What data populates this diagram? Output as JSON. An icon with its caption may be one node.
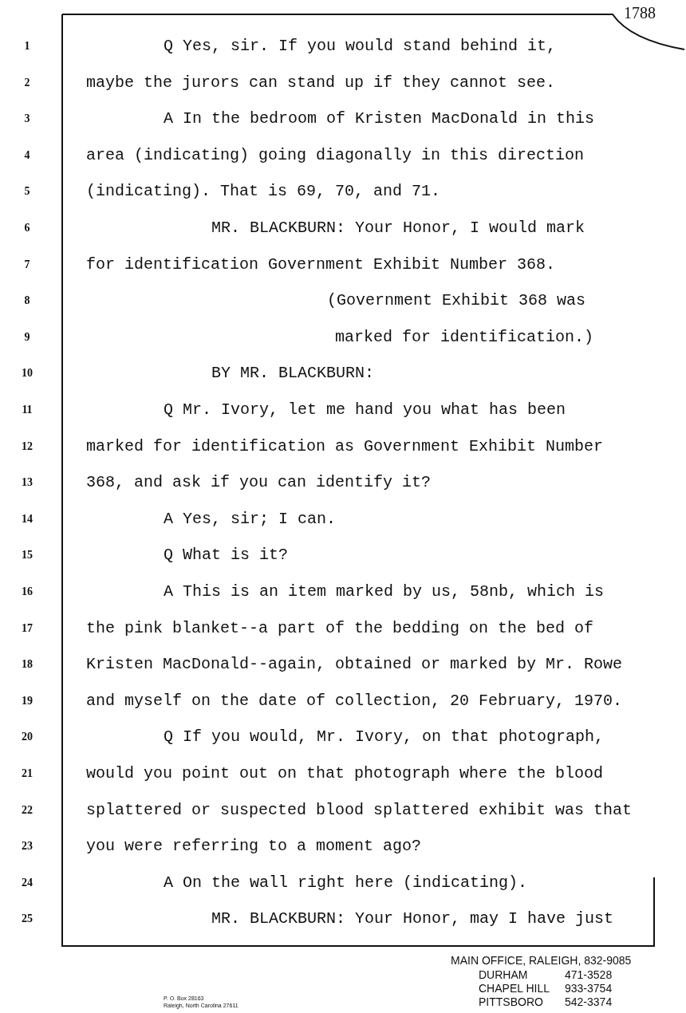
{
  "diagram": {
    "labels": [
      "1788",
      "1",
      "Q Yes, sir. If you would stand behind it,",
      "2",
      "maybe the jurors can stand up if they cannot see.",
      "3",
      "A In the bedroom of Kristen MacDonald in this",
      "4",
      "area (indicating) going diagonally in this direction",
      "5",
      "(indicating). That is 69, 70, and 71.",
      "6",
      "MR. BLACKBURN: Your Honor, I would mark",
      "7",
      "for identification Government Exhibit Number 368.",
      "8",
      "(Government Exhibit 368 was",
      "9",
      "marked for identification.)",
      "10",
      "BY MR. BLACKBURN:",
      "11",
      "Q Mr. Ivory, let me hand you what has been",
      "12",
      "marked for identification as Government Exhibit Number",
      "13",
      "368, and ask if you can identify it?",
      "14",
      "A Yes, sir; I can.",
      "15",
      "Q What is it?",
      "16",
      "A This is an item marked by us, 58nb, which is",
      "17",
      "the pink blanket--a part of the bedding on the bed of",
      "18",
      "Kristen MacDonald--again, obtained or marked by Mr. Rowe",
      "19",
      "and myself on the date of collection, 20 February, 1970.",
      "20",
      "Q If you would, Mr. Ivory, on that photograph,",
      "21",
      "would you point out on that photograph where the blood",
      "22",
      "splattered or suspected blood splattered exhibit was that",
      "23",
      "you were referring to a moment ago?",
      "24",
      "A On the wall right here (indicating).",
      "25",
      "MR. BLACKBURN: Your Honor, may I have just",
      "P. O. Box 28163",
      "Raleigh, North Carolina 27611",
      "MAIN OFFICE, RALEIGH, 832-9085",
      "DURHAM",
      "471-3528",
      "CHAPEL HILL",
      "933-3754",
      "PITTSBORO",
      "542-3374"
    ]
  }
}
